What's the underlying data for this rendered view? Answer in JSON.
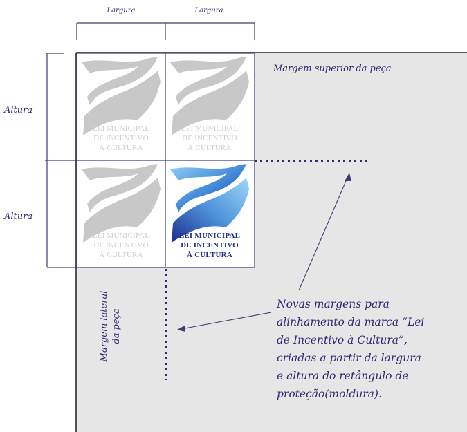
{
  "labels": {
    "largura_1": "Largura",
    "largura_2": "Largura",
    "altura_1": "Altura",
    "altura_2": "Altura",
    "margem_superior": "Margem superior da peça",
    "margem_lateral_1": "Margem lateral",
    "margem_lateral_2": "da peça"
  },
  "note": {
    "line1": "Novas margens para",
    "line2": "alinhamento da marca “Lei",
    "line3": "de Incentivo à Cultura”,",
    "line4": "criadas a partir da largura",
    "line5": "e altura do retângulo de",
    "line6": "proteção(moldura)."
  },
  "logo": {
    "line1": "LEI MUNICIPAL",
    "line2": "DE INCENTIVO",
    "line3": "À CULTURA"
  },
  "colors": {
    "label": "#2e2b72",
    "grid_line": "#3d3a78",
    "piece_background": "#e6e6e6",
    "ghost_logo": "#c8c8c8",
    "brand_blue_dark": "#1f2f8a",
    "brand_blue_light": "#7fc4ee"
  }
}
